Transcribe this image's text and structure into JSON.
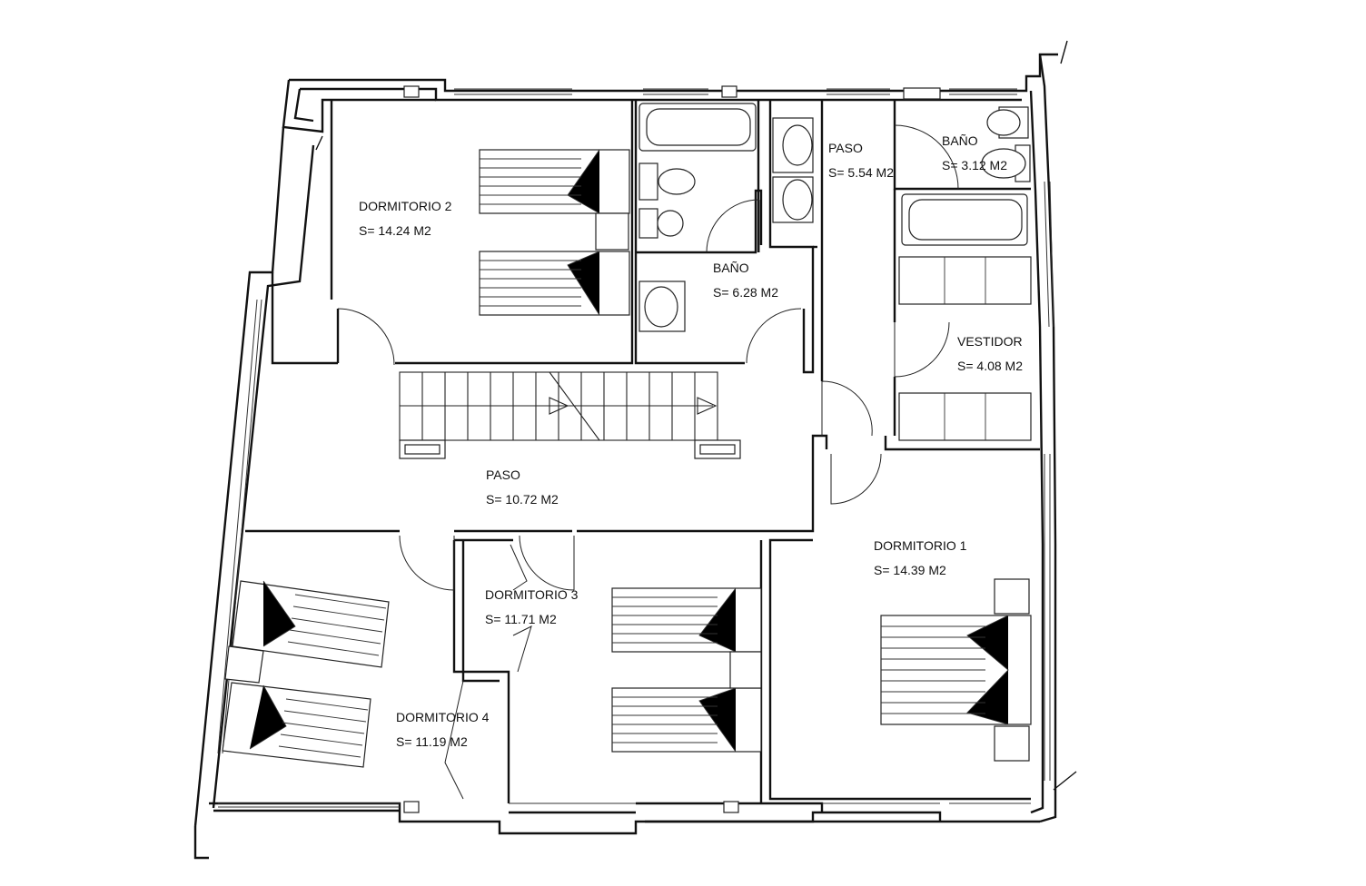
{
  "rooms": [
    {
      "name": "DORMITORIO 2",
      "area": "S= 14.24 M2"
    },
    {
      "name": "BAÑO",
      "area": "S= 6.28 M2"
    },
    {
      "name": "PASO",
      "area": "S= 5.54 M2"
    },
    {
      "name": "BAÑO",
      "area": "S= 3.12 M2"
    },
    {
      "name": "VESTIDOR",
      "area": "S= 4.08 M2"
    },
    {
      "name": "PASO",
      "area": "S= 10.72 M2"
    },
    {
      "name": "DORMITORIO 1",
      "area": "S= 14.39 M2"
    },
    {
      "name": "DORMITORIO 3",
      "area": "S= 11.71 M2"
    },
    {
      "name": "DORMITORIO 4",
      "area": "S= 11.19 M2"
    }
  ]
}
